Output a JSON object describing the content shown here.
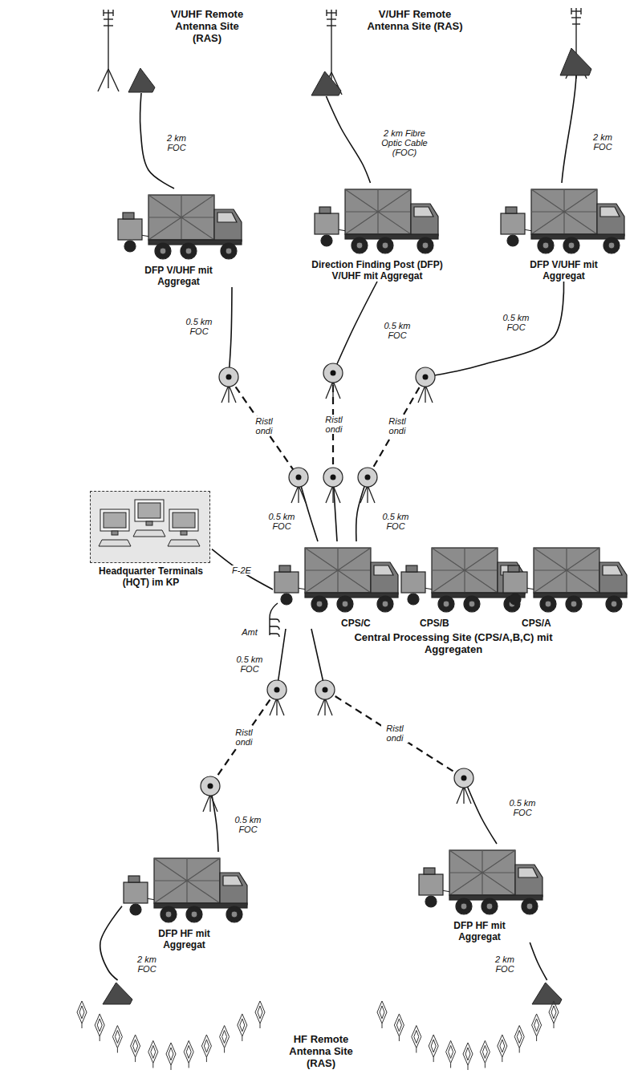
{
  "diagram": {
    "nodes": [
      {
        "text": [
          "V/UHF Remote Antenna Site (RAS)"
        ]
      },
      {
        "text": [
          "V/UHF Remote Antenna Site (RAS)"
        ]
      },
      {
        "text": [
          "DFP V/UHF mit Aggregat"
        ]
      },
      {
        "text": [
          "Direction Finding Post (DFP) V/UHF mit Aggregat"
        ]
      },
      {
        "text": [
          "DFP V/UHF mit Aggregat"
        ]
      },
      {
        "text": [
          "Central Processing Site (CPS/A,B,C) mit Aggregaten"
        ]
      },
      {
        "text": [
          "CPS/C"
        ],
        "in": 5
      },
      {
        "text": [
          "CPS/B"
        ],
        "in": 5
      },
      {
        "text": [
          "CPS/A"
        ],
        "in": 5
      },
      {
        "text": [
          "Headquarter Terminals (HQT) im KP"
        ]
      },
      {
        "text": [
          "DFP HF mit Aggregat"
        ]
      },
      {
        "text": [
          "DFP HF mit Aggregat"
        ]
      },
      {
        "text": [
          "HF Remote Antenna Site (RAS)"
        ]
      }
    ],
    "edges": [
      {
        "from": 0,
        "to": 2,
        "arrow": "none",
        "label": "2 km FOC"
      },
      {
        "from": 1,
        "to": 3,
        "arrow": "none",
        "label": "2 km Fibre Optic Cable (FOC)"
      },
      {
        "from": 2,
        "to": 6,
        "arrow": "none",
        "label": "Ristl ondi"
      },
      {
        "from": 3,
        "to": 6,
        "arrow": "none",
        "label": "Ristl ondi"
      },
      {
        "from": 4,
        "to": 6,
        "arrow": "none",
        "label": "Ristl ondi"
      },
      {
        "from": 6,
        "to": 9,
        "arrow": "none",
        "label": "F-2E"
      },
      {
        "from": 6,
        "to": 10,
        "arrow": "none",
        "label": "Ristl ondi"
      },
      {
        "from": 6,
        "to": 11,
        "arrow": "none",
        "label": "Ristl ondi"
      },
      {
        "from": 10,
        "to": 12,
        "arrow": "none",
        "label": "2 km FOC"
      },
      {
        "from": 11,
        "to": 12,
        "arrow": "none",
        "label": "2 km FOC"
      }
    ],
    "labels": [
      "0.5 km FOC",
      "0.5 km FOC",
      "0.5 km FOC",
      "0.5 km FOC",
      "0.5 km FOC",
      "Amt",
      "0.5 km FOC",
      "0.5 km FOC",
      "0.5 km FOC",
      "2 km FOC"
    ]
  }
}
